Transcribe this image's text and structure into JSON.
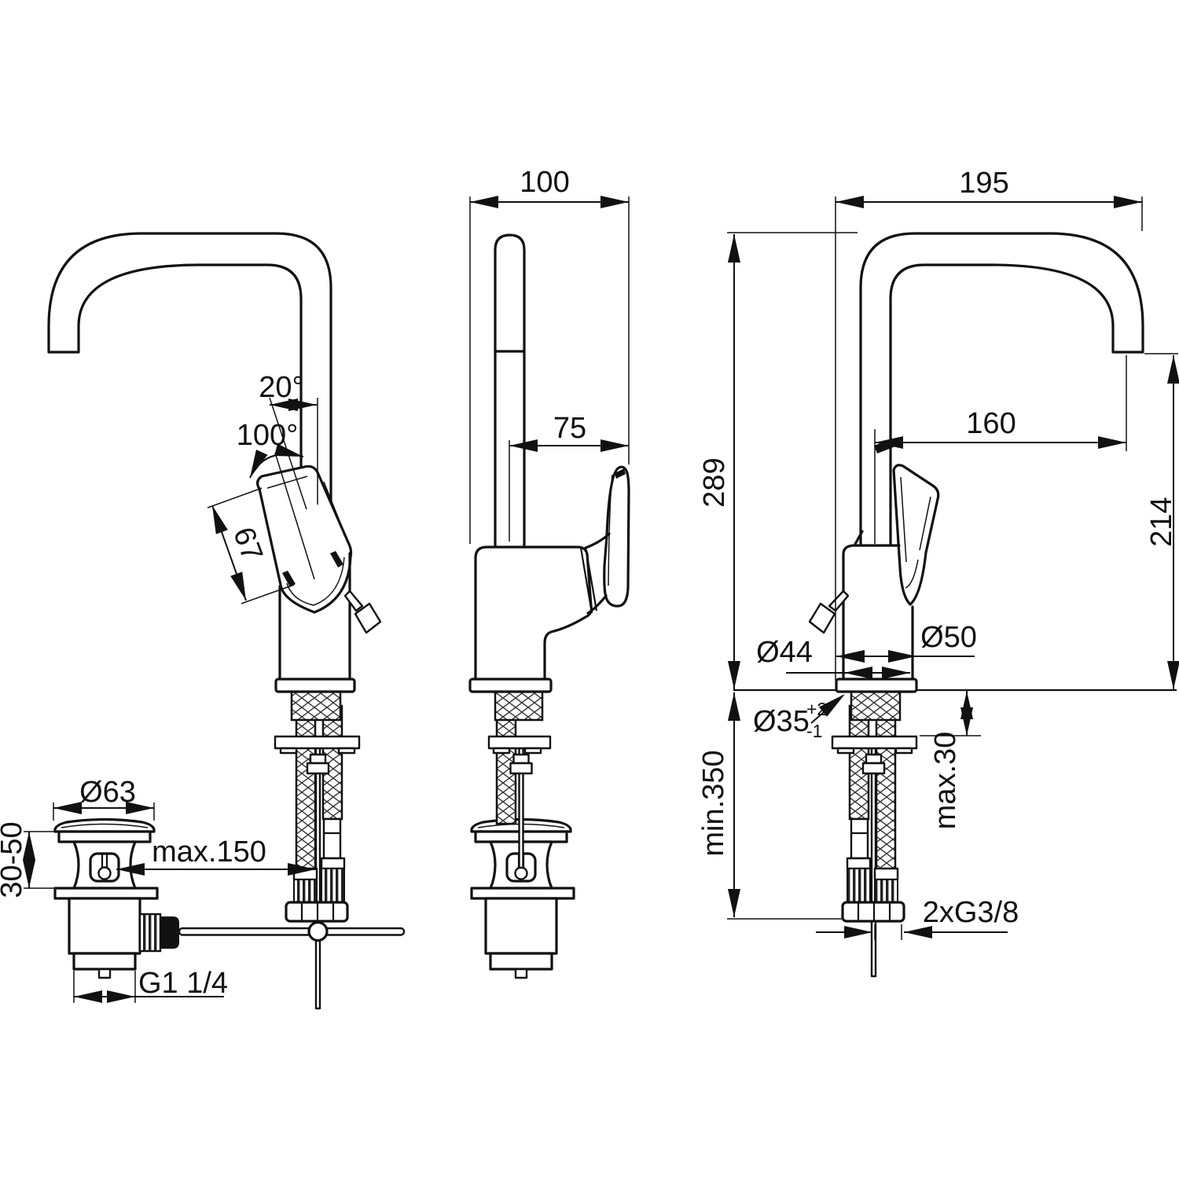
{
  "drawing": {
    "type": "technical-dimension-drawing",
    "subject": "single-lever basin mixer faucet, three orthographic views with pop-up waste drain",
    "units": "mm",
    "left_view": {
      "handle_angle": "20°",
      "handle_swing_angle": "100°",
      "handle_length": "67",
      "drain": {
        "cap_diameter": "Ø63",
        "mounting_height_range": "30-50",
        "rod_reach_max": "max.150",
        "outlet_thread": "G1 1/4"
      }
    },
    "front_view": {
      "total_width": "100",
      "handle_offset": "75"
    },
    "right_view": {
      "total_depth": "195",
      "total_height": "289",
      "spout_reach": "160",
      "outlet_height": "214",
      "base_diameter": "Ø50",
      "body_diameter": "Ø44",
      "mounting_hole_diameter": "Ø35",
      "mounting_hole_tol_plus": "+2",
      "mounting_hole_tol_minus": "-1",
      "deck_thickness_max": "max.30",
      "hose_length_min": "min.350",
      "supply_thread": "2xG3/8"
    },
    "line_color": "#111111",
    "background_color": "#ffffff"
  }
}
